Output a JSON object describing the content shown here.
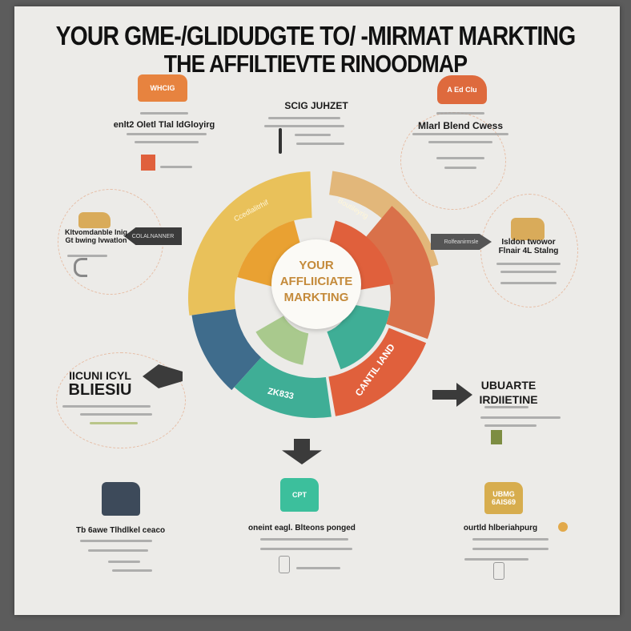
{
  "title": {
    "line1": "YOUR GME-/GLIDUDGTE TO/ -MIRMAT MARKTING",
    "line2": "THE AFFILTIEVTE RINOODMAP"
  },
  "center": {
    "line1": "YOUR",
    "line2": "AFFLIICIATE",
    "line3": "MARKTING"
  },
  "ring_labels": {
    "yellow": "Ccedlalitrhif",
    "tan": "Boutileyrig",
    "red": "CANTIL IAND",
    "teal": "ZK833"
  },
  "colors": {
    "yellow": "#e9c15a",
    "tan": "#e2b77a",
    "orange": "#e9a132",
    "red": "#e0603c",
    "coral": "#d9714a",
    "teal": "#3fae96",
    "blue": "#3f6c8c",
    "pale_green": "#a9c98d",
    "frame": "#5c5c5c"
  },
  "sections": {
    "top_left": {
      "badge": "WHCIG",
      "heading": "enlt2 Oletl Tlal ldGloyirg",
      "icon": "document-icon"
    },
    "top_center": {
      "heading": "SCIG JUHZET",
      "icon": "hook-icon"
    },
    "top_right": {
      "badge": "A Ed Clu",
      "heading": "Mlarl Blend Cwess"
    },
    "mid_left": {
      "heading1": "Kltvomdanble lnig",
      "heading2": "Gt bwing lvwatlon",
      "arrow": "COLALNANNER"
    },
    "mid_right": {
      "heading1": "Isldon twowor",
      "heading2": "Flnair 4L Stalng",
      "arrow": "Rolfeanirmsle"
    },
    "low_left": {
      "heading1": "IICUNI ICYL",
      "heading2": "BLIESIU"
    },
    "low_right": {
      "heading1": "UBUARTE",
      "heading2": "IRDIIETINE"
    },
    "bottom_left": {
      "heading": "Tb 6awe Tlhdlkel ceaco"
    },
    "bottom_center": {
      "heading": "oneint eagl. Blteons ponged",
      "badge": "CPT"
    },
    "bottom_right": {
      "heading": "ourtld hlberiahpurg",
      "badge": "UBMG 6AIS69"
    }
  }
}
